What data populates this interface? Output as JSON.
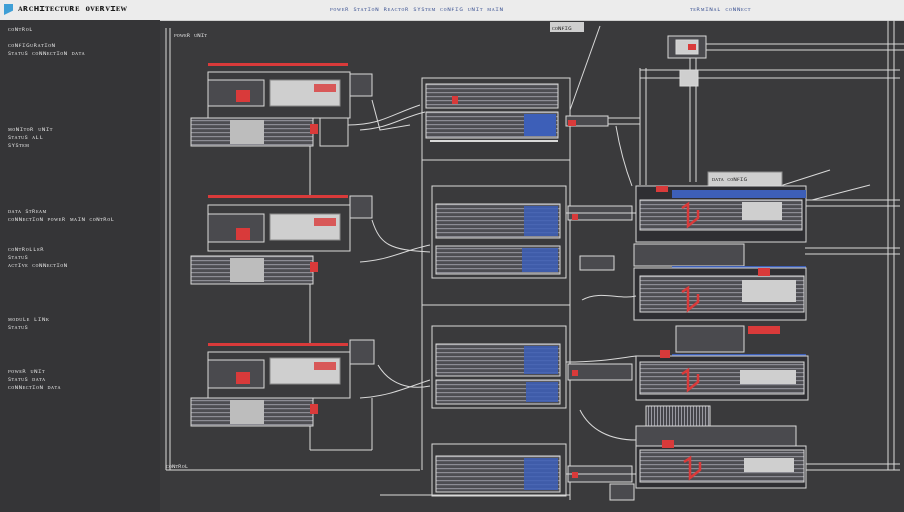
{
  "header": {
    "title": "ᴀʀᴄʜɪᴛᴇᴄᴛᴜʀᴇ ᴏᴠᴇʀᴠɪᴇᴡ",
    "center_caption": "ᴘᴏᴡᴇʀ ꜱᴛᴀᴛɪᴏɴ ʀᴇᴀᴄᴛᴏʀ ꜱʏꜱᴛᴇᴍ ᴄᴏɴꜰɪɢ ᴜɴɪᴛ ᴍᴀɪɴ",
    "right_caption": "ᴛᴇʀᴍɪɴᴀʟ ᴄᴏɴɴᴇᴄᴛ"
  },
  "notes": [
    "ᴄᴏɴᴛʀᴏʟ\n\nᴄᴏɴꜰɪɢᴜʀᴀᴛɪᴏɴ\nꜱᴛᴀᴛᴜꜱ ᴄᴏɴɴᴇᴄᴛɪᴏɴ ᴅᴀᴛᴀ",
    "ᴍᴏɴɪᴛᴏʀ ᴜɴɪᴛ\nꜱᴛᴀᴛᴜꜱ ᴀʟʟ\nꜱʏꜱᴛᴇᴍ",
    "ᴅᴀᴛᴀ ꜱᴛʀᴇᴀᴍ\nᴄᴏɴɴᴇᴄᴛɪᴏɴ ᴘᴏᴡᴇʀ ᴍᴀɪɴ ᴄᴏɴᴛʀᴏʟ",
    "ᴄᴏɴᴛʀᴏʟʟᴇʀ\nꜱᴛᴀᴛᴜꜱ\nᴀᴄᴛɪᴠᴇ ᴄᴏɴɴᴇᴄᴛɪᴏɴ",
    "ᴍᴏᴅᴜʟᴇ ʟɪɴᴋ\nꜱᴛᴀᴛᴜꜱ",
    "ᴘᴏᴡᴇʀ ᴜɴɪᴛ\nꜱᴛᴀᴛᴜꜱ ᴅᴀᴛᴀ\nᴄᴏɴɴᴇᴄᴛɪᴏɴ ᴅᴀᴛᴀ"
  ],
  "labels": {
    "column_top": "ᴘᴏᴡᴇʀ ᴜɴɪᴛ",
    "column_bottom": "ᴄᴏɴᴛʀᴏʟ",
    "center_top": "ᴄᴏɴꜰɪɢ",
    "rack_header": "ᴅᴀᴛᴀ ᴄᴏɴꜰɪɢ"
  },
  "colors": {
    "background": "#3a3a3c",
    "line": "#d9d9d9",
    "accent_red": "#d93a3a",
    "accent_blue": "#3d5fb8",
    "panel_light": "#cfcfcf",
    "panel_dark": "#4a4a4e"
  }
}
